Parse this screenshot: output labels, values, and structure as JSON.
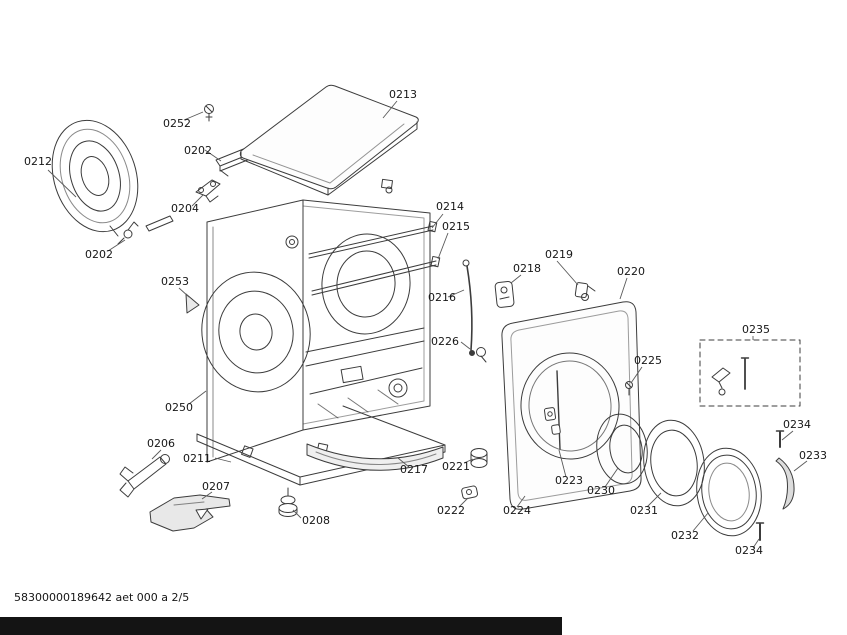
{
  "page": {
    "background": "#ffffff",
    "line_color": "#3c3c3c",
    "label_color": "#161616",
    "bottom_bar_color": "#141414"
  },
  "footer": {
    "doc_code": "58300000189642 aet 000 a 2/5"
  },
  "diagram": {
    "labels": [
      "0212",
      "0252",
      "0202",
      "0213",
      "0204",
      "0202",
      "0253",
      "0214",
      "0215",
      "0216",
      "0219",
      "0218",
      "0220",
      "0226",
      "0235",
      "0225",
      "0250",
      "0234",
      "0206",
      "0211",
      "0221",
      "0223",
      "0230",
      "0233",
      "0207",
      "0217",
      "0222",
      "0224",
      "0231",
      "0232",
      "0234",
      "0208"
    ]
  }
}
